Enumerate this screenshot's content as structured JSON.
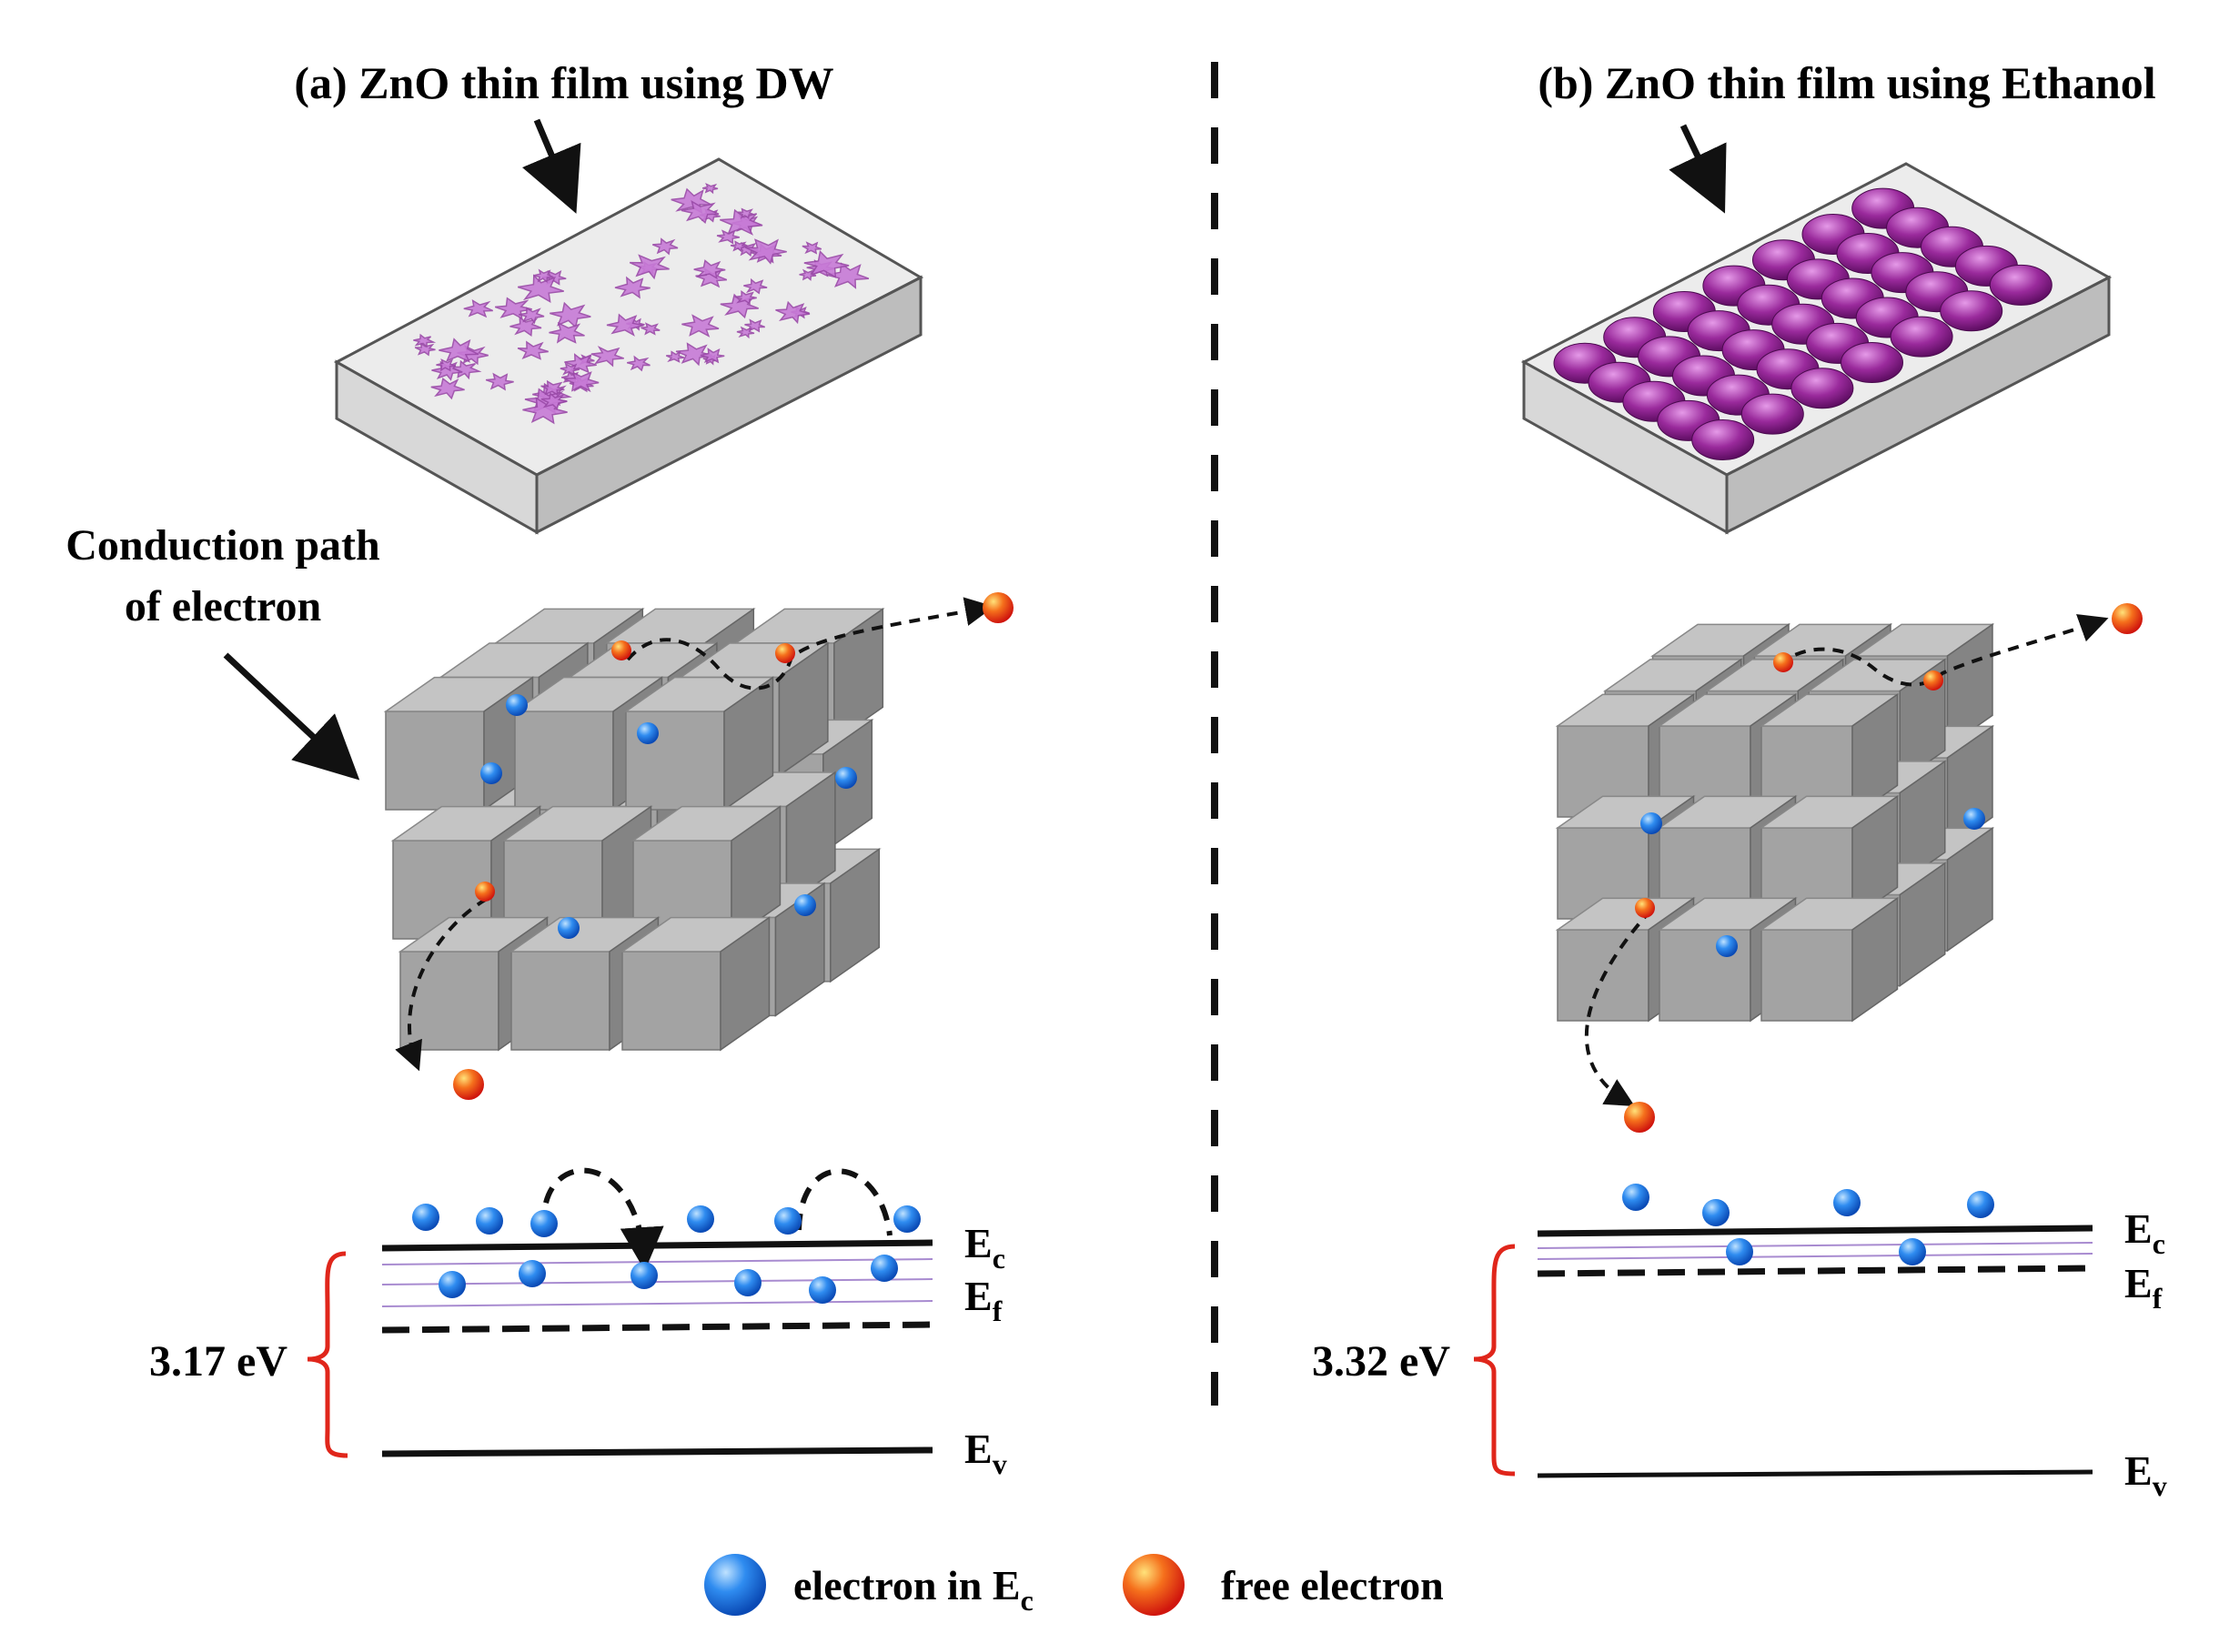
{
  "panel_a": {
    "title": "(a) ZnO thin film using DW",
    "annotation_line1": "Conduction path",
    "annotation_line2": "of electron",
    "band_gap": "3.17 eV",
    "ec": {
      "base": "E",
      "sub": "c"
    },
    "ef": {
      "base": "E",
      "sub": "f"
    },
    "ev": {
      "base": "E",
      "sub": "v"
    }
  },
  "panel_b": {
    "title": "(b) ZnO thin film using Ethanol",
    "band_gap": "3.32 eV",
    "ec": {
      "base": "E",
      "sub": "c"
    },
    "ef": {
      "base": "E",
      "sub": "f"
    },
    "ev": {
      "base": "E",
      "sub": "v"
    }
  },
  "legend": {
    "blue_label": "electron in E",
    "blue_label_sub": "c",
    "red_label": "free electron"
  },
  "colors": {
    "film_top": "#ececec",
    "film_side": "#c9c9c9",
    "particle_dw": "#c77ad6",
    "particle_ethanol": "#8e1c8f",
    "cube_top": "#c4c4c4",
    "cube_front": "#a3a3a3",
    "cube_side": "#848484",
    "electron_blue": "#2f8cf0",
    "free_red": "#f2471c",
    "bracket": "#e0261b",
    "fermi_lines": "#a88bd0"
  }
}
